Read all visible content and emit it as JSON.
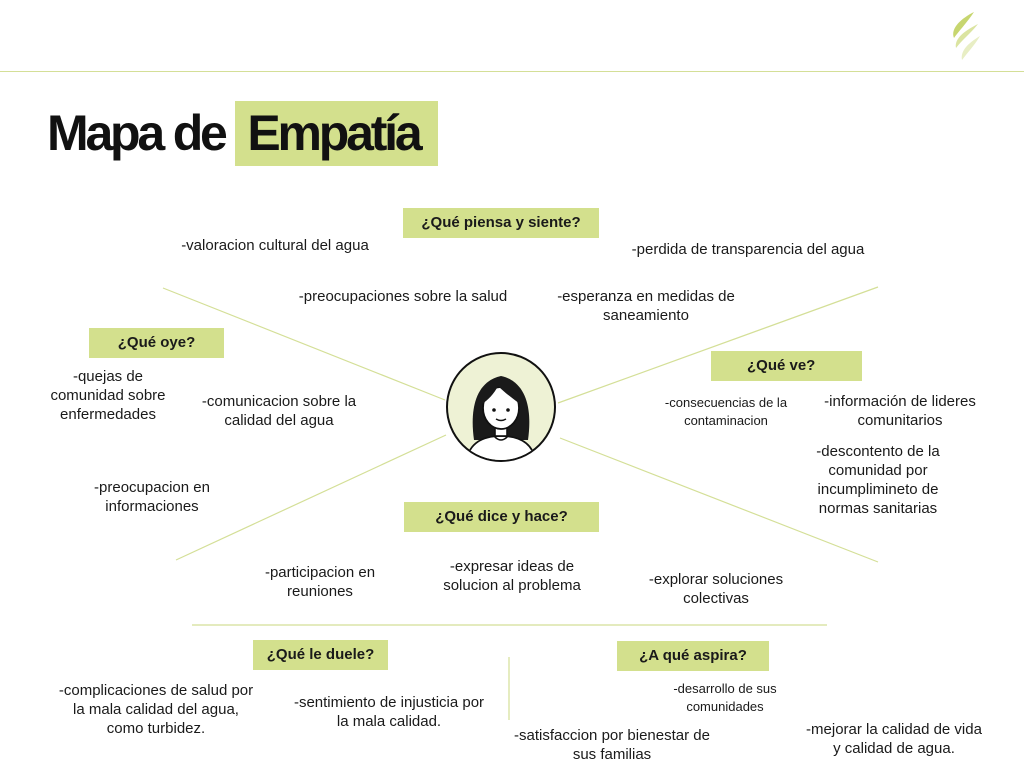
{
  "title": {
    "part1": "Mapa de",
    "part2": "Empatía"
  },
  "sections": {
    "piensa": {
      "label": "¿Qué piensa y siente?",
      "notes": [
        "-valoracion cultural del agua",
        "-perdida de transparencia del agua",
        "-preocupaciones sobre la salud",
        "-esperanza en medidas de saneamiento"
      ]
    },
    "oye": {
      "label": "¿Qué oye?",
      "notes": [
        "-quejas de comunidad sobre enfermedades",
        "-comunicacion sobre la calidad del agua",
        "-preocupacion en informaciones"
      ]
    },
    "ve": {
      "label": "¿Qué ve?",
      "notes": [
        "-consecuencias de la contaminacion",
        "-información de lideres comunitarios",
        "-descontento de la comunidad por incumplimineto de normas sanitarias"
      ]
    },
    "dice": {
      "label": "¿Qué dice y hace?",
      "notes": [
        "-participacion en reuniones",
        "-expresar ideas de solucion al problema",
        "-explorar soluciones colectivas"
      ]
    },
    "duele": {
      "label": "¿Qué le duele?",
      "notes": [
        "-complicaciones de salud por la mala calidad del agua, como turbidez.",
        "-sentimiento de injusticia por la mala calidad."
      ]
    },
    "aspira": {
      "label": "¿A qué aspira?",
      "notes": [
        "-desarrollo de sus comunidades",
        "-satisfaccion por bienestar de sus familias",
        "-mejorar la calidad de vida y calidad de agua."
      ]
    }
  },
  "colors": {
    "accent": "#d3e08d",
    "line": "#d4df97",
    "face_bg": "#eef2d5"
  },
  "icons": {
    "logo": "leaf-swoosh-logo",
    "center": "person-avatar-icon"
  }
}
